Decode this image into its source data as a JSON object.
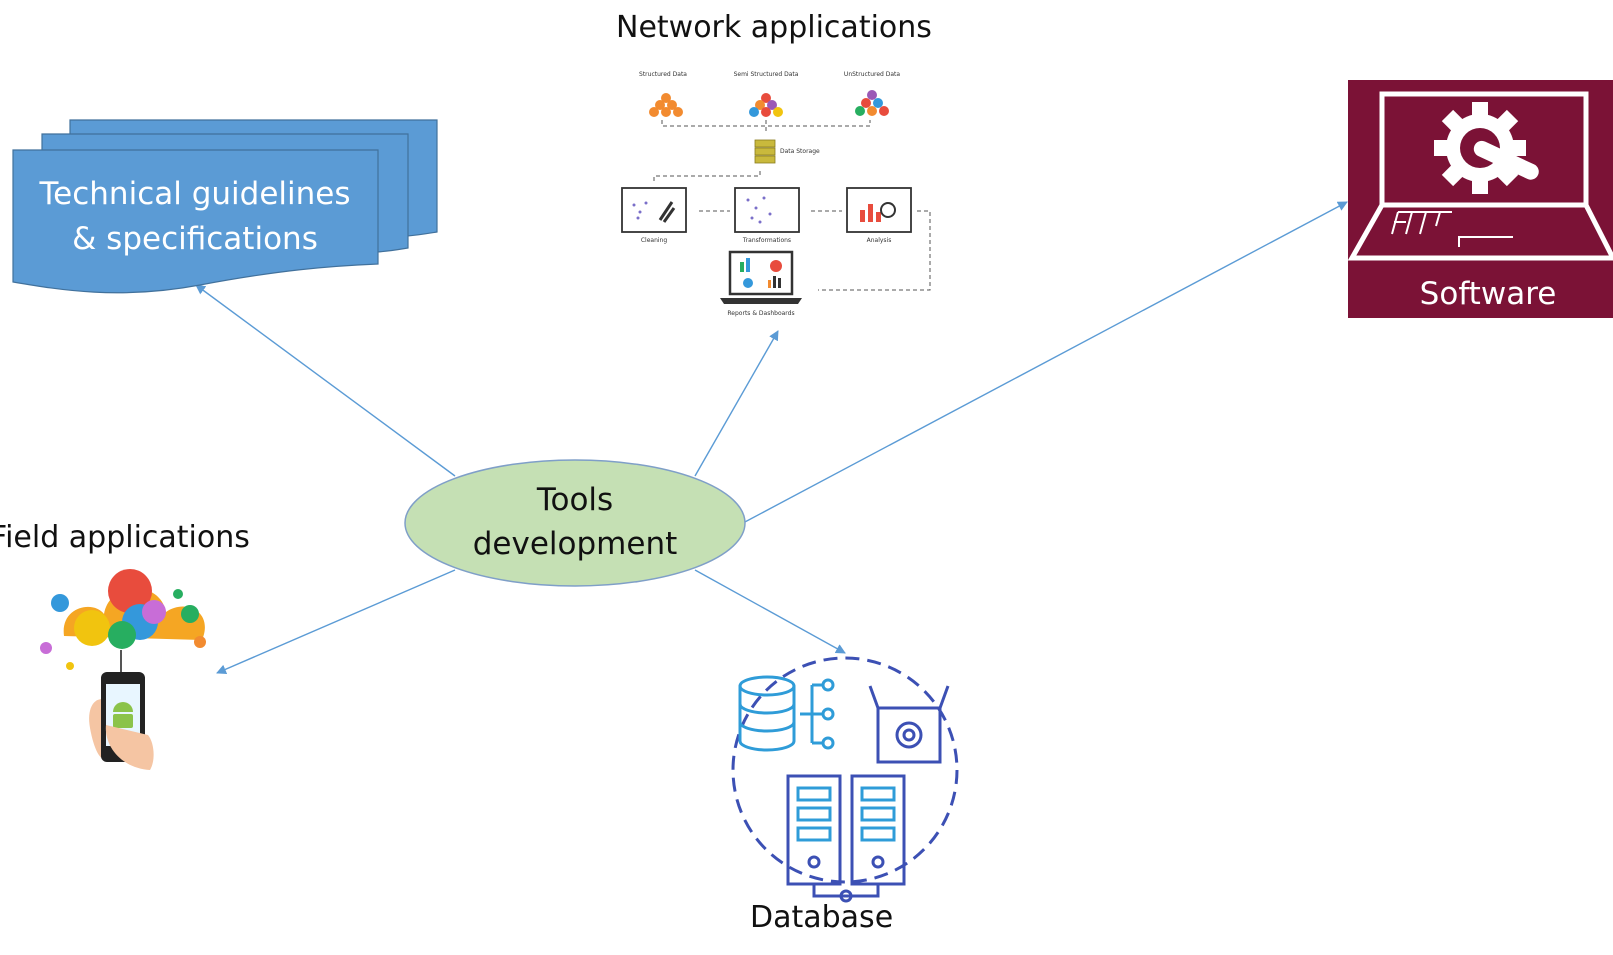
{
  "center_node": {
    "line1": "Tools",
    "line2": "development"
  },
  "nodes": {
    "technical": {
      "line1": "Technical guidelines",
      "line2": "& specifications"
    },
    "network": {
      "label": "Network applications"
    },
    "software": {
      "label": "Software"
    },
    "field": {
      "label": "Field applications"
    },
    "database": {
      "label": "Database"
    }
  },
  "network_pipeline": {
    "sources": [
      "Structured Data",
      "Semi Structured Data",
      "UnStructured Data"
    ],
    "storage": "Data Storage",
    "steps": [
      "Cleaning",
      "Transformations",
      "Analysis"
    ],
    "output": "Reports & Dashboards"
  },
  "colors": {
    "arrow": "#5b9bd5",
    "ellipse_fill": "#c5e0b4",
    "doc_fill": "#5b9bd5",
    "software_bg": "#7b1236"
  },
  "icons": [
    "pipeline-icon",
    "laptop-gear-icon",
    "mobile-apps-icon",
    "database-server-icon"
  ]
}
